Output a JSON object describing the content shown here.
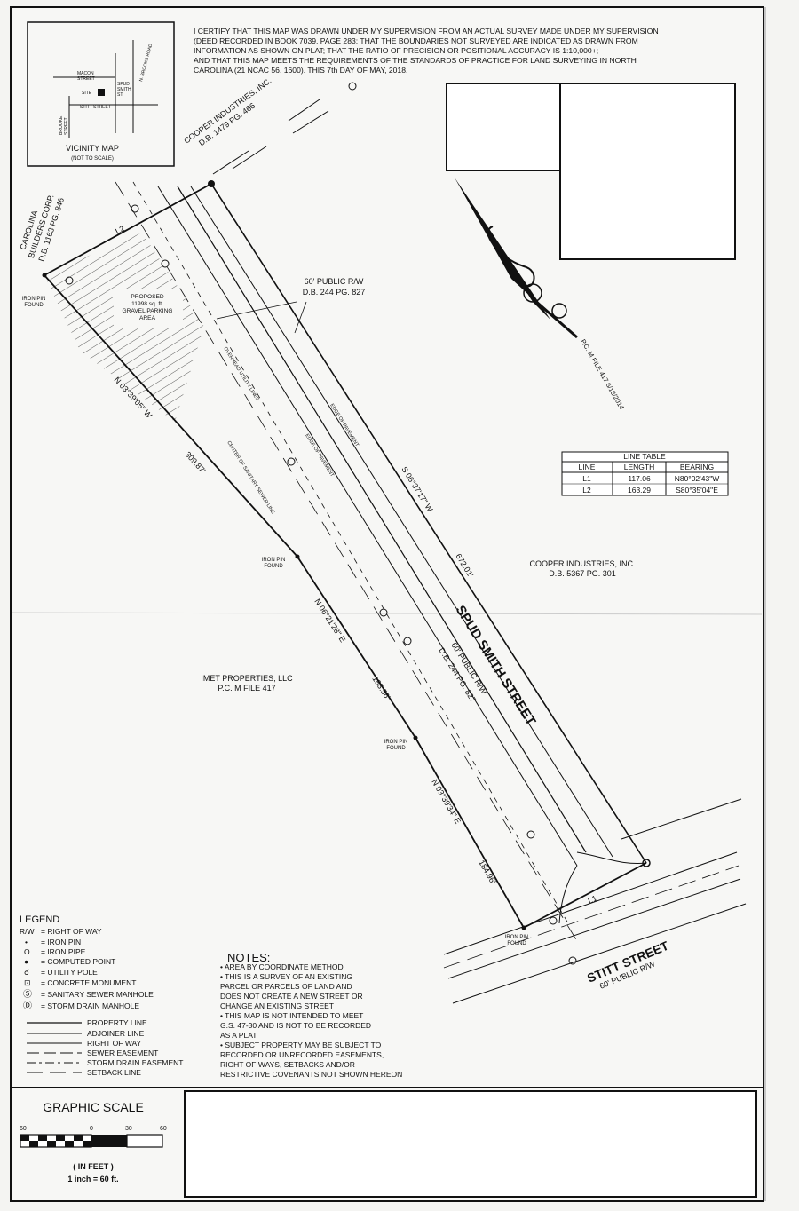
{
  "certification": [
    "I CERTIFY THAT THIS MAP WAS DRAWN UNDER MY SUPERVISION FROM AN ACTUAL SURVEY MADE UNDER MY SUPERVISION",
    "(DEED RECORDED IN BOOK 7039, PAGE 283; THAT THE BOUNDARIES NOT SURVEYED ARE INDICATED AS DRAWN FROM",
    "INFORMATION AS SHOWN ON PLAT; THAT THE RATIO OF PRECISION OR POSITIONAL ACCURACY IS 1:10,000+;",
    "AND THAT THIS MAP MEETS THE REQUIREMENTS OF THE STANDARDS OF PRACTICE FOR LAND SURVEYING IN NORTH",
    "CAROLINA (21 NCAC 56. 1600). THIS 7th DAY OF MAY, 2018."
  ],
  "vicinity": {
    "title": "VICINITY MAP",
    "subtitle": "(NOT TO SCALE)",
    "macon": [
      "MACON",
      "STREET"
    ],
    "site": "SITE",
    "spud": [
      "SPUD",
      "SMITH",
      "ST"
    ],
    "brookshire": "N. BROOKS ROAD",
    "stitt": "STITT STREET",
    "brookie": [
      "BROOKE",
      "STREET"
    ]
  },
  "owners": {
    "cooper_north": [
      "COOPER INDUSTRIES, INC.",
      "D.B. 1479 PG. 466"
    ],
    "carolina": [
      "CAROLINA",
      "BUILDERS CORP.",
      "D.B. 1163 PG. 846"
    ],
    "cooper_east": [
      "COOPER INDUSTRIES, INC.",
      "D.B. 5367 PG. 301"
    ],
    "imet": [
      "IMET PROPERTIES, LLC",
      "P.C. M FILE 417"
    ]
  },
  "labels": {
    "row_60": [
      "60' PUBLIC R/W",
      "D.B. 244 PG. 827"
    ],
    "parking": [
      "PROPOSED",
      "11998 sq. ft.",
      "GRAVEL PARKING",
      "AREA"
    ],
    "iron_pin_found": [
      "IRON PIN",
      "FOUND"
    ],
    "overhead": "OVERHEAD UTILITY LINES",
    "sanitary": "CENTER OF SANITARY SEWER LINE",
    "edge1": "EDGE OF PAVEMENT",
    "edge2": "EDGE OF PAVEMENT",
    "pcm": "P.C. M FILE 417 6/13/2014",
    "l1": "L1",
    "l2": "L2"
  },
  "bearings": {
    "west": "N 03°39'05\" W",
    "west_dist": "309.87'",
    "east": "S 06°37'17\" W",
    "east_dist": "672.01'",
    "mid": "N 06°21'28\" E",
    "mid_dist": "183.56'",
    "low": "N 03°39'34\" E",
    "low_dist": "184.96'"
  },
  "spud_street": [
    "SPUD SMITH STREET",
    "60' PUBLIC R/W",
    "D.B. 244 PG. 827"
  ],
  "stitt_street": [
    "STITT STREET",
    "60' PUBLIC R/W"
  ],
  "line_table": {
    "title": "LINE TABLE",
    "headers": [
      "LINE",
      "LENGTH",
      "BEARING"
    ],
    "rows": [
      [
        "L1",
        "117.06",
        "N80°02'43\"W"
      ],
      [
        "L2",
        "163.29",
        "S80°35'04\"E"
      ]
    ]
  },
  "legend": {
    "title": "LEGEND",
    "symbols": [
      [
        "R/W",
        "= RIGHT OF WAY"
      ],
      [
        "•",
        "= IRON PIN"
      ],
      [
        "O",
        "= IRON PIPE"
      ],
      [
        "●",
        "= COMPUTED POINT"
      ],
      [
        "☌",
        "= UTILITY POLE"
      ],
      [
        "⊡",
        "= CONCRETE MONUMENT"
      ],
      [
        "Ⓢ",
        "= SANITARY SEWER MANHOLE"
      ],
      [
        "Ⓓ",
        "= STORM DRAIN MANHOLE"
      ]
    ],
    "lines": [
      "PROPERTY LINE",
      "ADJOINER LINE",
      "RIGHT OF WAY",
      "SEWER EASEMENT",
      "STORM DRAIN EASEMENT",
      "SETBACK LINE"
    ]
  },
  "notes": {
    "title": "NOTES:",
    "lines": [
      "• AREA BY COORDINATE METHOD",
      "• THIS IS A SURVEY OF AN EXISTING",
      "  PARCEL OR PARCELS OF LAND AND",
      "  DOES NOT CREATE A NEW STREET OR",
      "  CHANGE AN EXISTING STREET",
      "• THIS MAP IS NOT INTENDED TO MEET",
      "  G.S. 47-30 AND IS NOT TO BE RECORDED",
      "  AS A PLAT",
      "• SUBJECT PROPERTY MAY BE SUBJECT TO",
      "  RECORDED OR UNRECORDED EASEMENTS,",
      "  RIGHT OF WAYS, SETBACKS AND/OR",
      "  RESTRICTIVE COVENANTS NOT SHOWN HEREON"
    ]
  },
  "scale": {
    "title": "GRAPHIC SCALE",
    "ticks": [
      "60",
      "0",
      "30",
      "60"
    ],
    "unit": "( IN FEET )",
    "ratio": "1 inch = 60  ft."
  }
}
